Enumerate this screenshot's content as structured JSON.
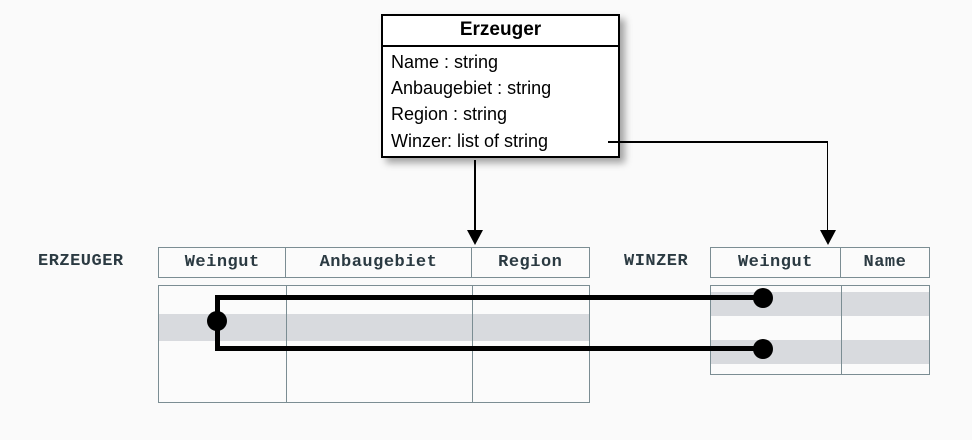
{
  "diagram": {
    "title_visible": false,
    "uml_class": {
      "name": "Erzeuger",
      "attributes": [
        "Name : string",
        "Anbaugebiet : string",
        "Region : string",
        "Winzer: list of string"
      ]
    },
    "tables": [
      {
        "label": "ERZEUGER",
        "columns": [
          "Weingut",
          "Anbaugebiet",
          "Region"
        ],
        "row_count": 4,
        "highlighted_rows": [
          2
        ]
      },
      {
        "label": "WINZER",
        "columns": [
          "Weingut",
          "Name"
        ],
        "row_count": 3,
        "highlighted_rows": [
          1,
          3
        ]
      }
    ],
    "connectors": [
      {
        "name": "erzeuger-mapping-arrow",
        "from": "Erzeuger class",
        "to": "ERZEUGER table",
        "style": "arrow-down"
      },
      {
        "name": "winzer-mapping-arrow",
        "from": "Winzer: list of string attribute",
        "to": "WINZER table Weingut column",
        "style": "elbow-arrow"
      },
      {
        "name": "erzeuger-winzer-relation-upper",
        "from": "ERZEUGER row 2 Weingut",
        "to": "WINZER row 1 Weingut",
        "style": "thick-link"
      },
      {
        "name": "erzeuger-winzer-relation-lower",
        "from": "ERZEUGER row 2 Weingut",
        "to": "WINZER row 3 Weingut",
        "style": "thick-link"
      }
    ],
    "colors": {
      "background": "#fafafa",
      "table_border": "#7b8d93",
      "table_text": "#2b3a42",
      "row_highlight": "#d8dade",
      "link": "#000000",
      "class_border": "#000000"
    }
  }
}
